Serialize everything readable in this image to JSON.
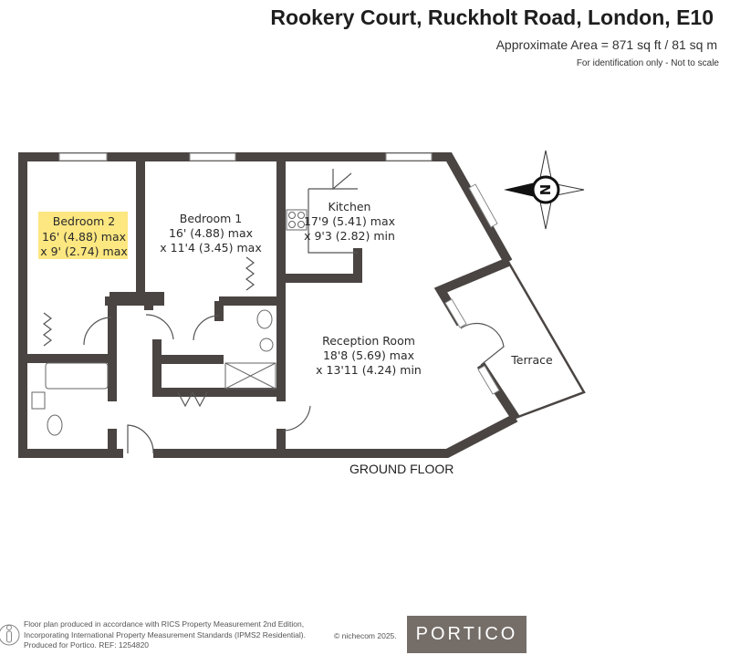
{
  "header": {
    "title": "Rookery Court, Ruckholt Road, London, E10",
    "area": "Approximate Area = 871 sq ft / 81 sq m",
    "note": "For identification only - Not to scale"
  },
  "rooms": {
    "bedroom2": {
      "name": "Bedroom 2",
      "dim1": "16' (4.88) max",
      "dim2": "x 9' (2.74) max"
    },
    "bedroom1": {
      "name": "Bedroom 1",
      "dim1": "16' (4.88) max",
      "dim2": "x 11'4 (3.45) max"
    },
    "kitchen": {
      "name": "Kitchen",
      "dim1": "17'9 (5.41) max",
      "dim2": "x 9'3 (2.82) min"
    },
    "reception": {
      "name": "Reception Room",
      "dim1": "18'8 (5.69) max",
      "dim2": "x 13'11 (4.24) min"
    },
    "terrace": {
      "name": "Terrace"
    }
  },
  "compass": {
    "label": "N"
  },
  "floor_label": "GROUND FLOOR",
  "highlight_color": "#fce36a",
  "wall_color": "#4a4542",
  "footer": {
    "line1": "Floor plan produced in accordance with RICS Property Measurement 2nd Edition,",
    "line2": "Incorporating International Property Measurement Standards (IPMS2 Residential).",
    "line3": "Produced for Portico.   REF:  1254820",
    "copyright": "© nichecom 2025.",
    "logo": "PORTICO"
  }
}
